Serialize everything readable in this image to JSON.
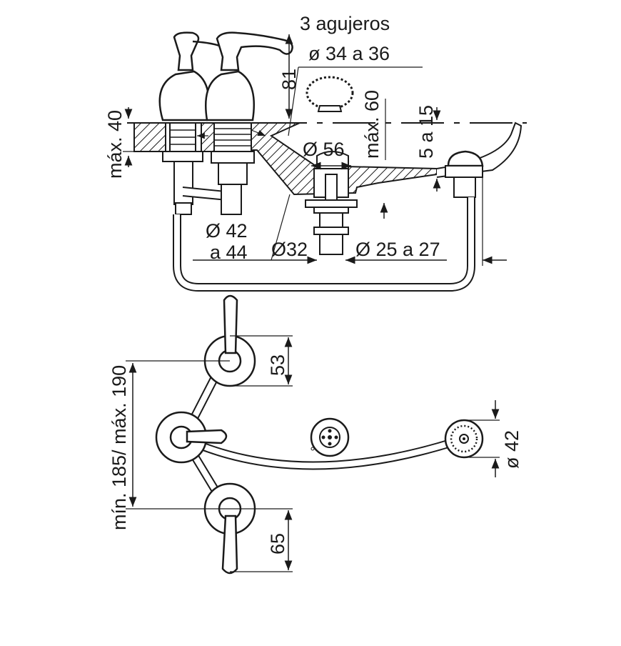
{
  "labels": {
    "holes": "3 agujeros",
    "hole_diameter": "ø 34 a 36",
    "height_81": "81",
    "max_40": "máx. 40",
    "max_60": "máx. 60",
    "range_5_15": "5 a 15",
    "diam_56": "Ø 56",
    "diam_42_a": "Ø 42",
    "diam_42_b": "a 44",
    "diam_32": "Ø32",
    "diam_25_27": "Ø 25 a 27",
    "dim_53": "53",
    "spacing": "mín. 185/ máx. 190",
    "dim_65": "65",
    "diam_42_top": "ø 42"
  },
  "colors": {
    "ink": "#1a1a1a",
    "paper": "#ffffff"
  }
}
